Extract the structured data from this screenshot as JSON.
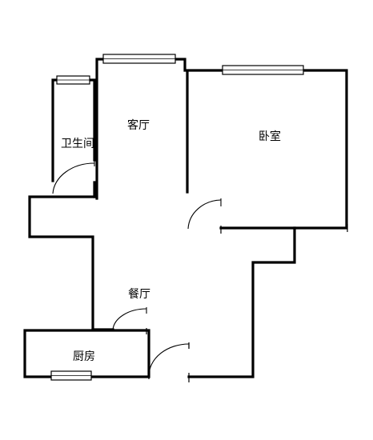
{
  "rooms": {
    "bathroom": "卫生间",
    "living_room": "客厅",
    "bedroom": "卧室",
    "dining_room": "餐厅",
    "kitchen": "厨房"
  },
  "colors": {
    "wall": "#000000",
    "background": "#ffffff"
  }
}
